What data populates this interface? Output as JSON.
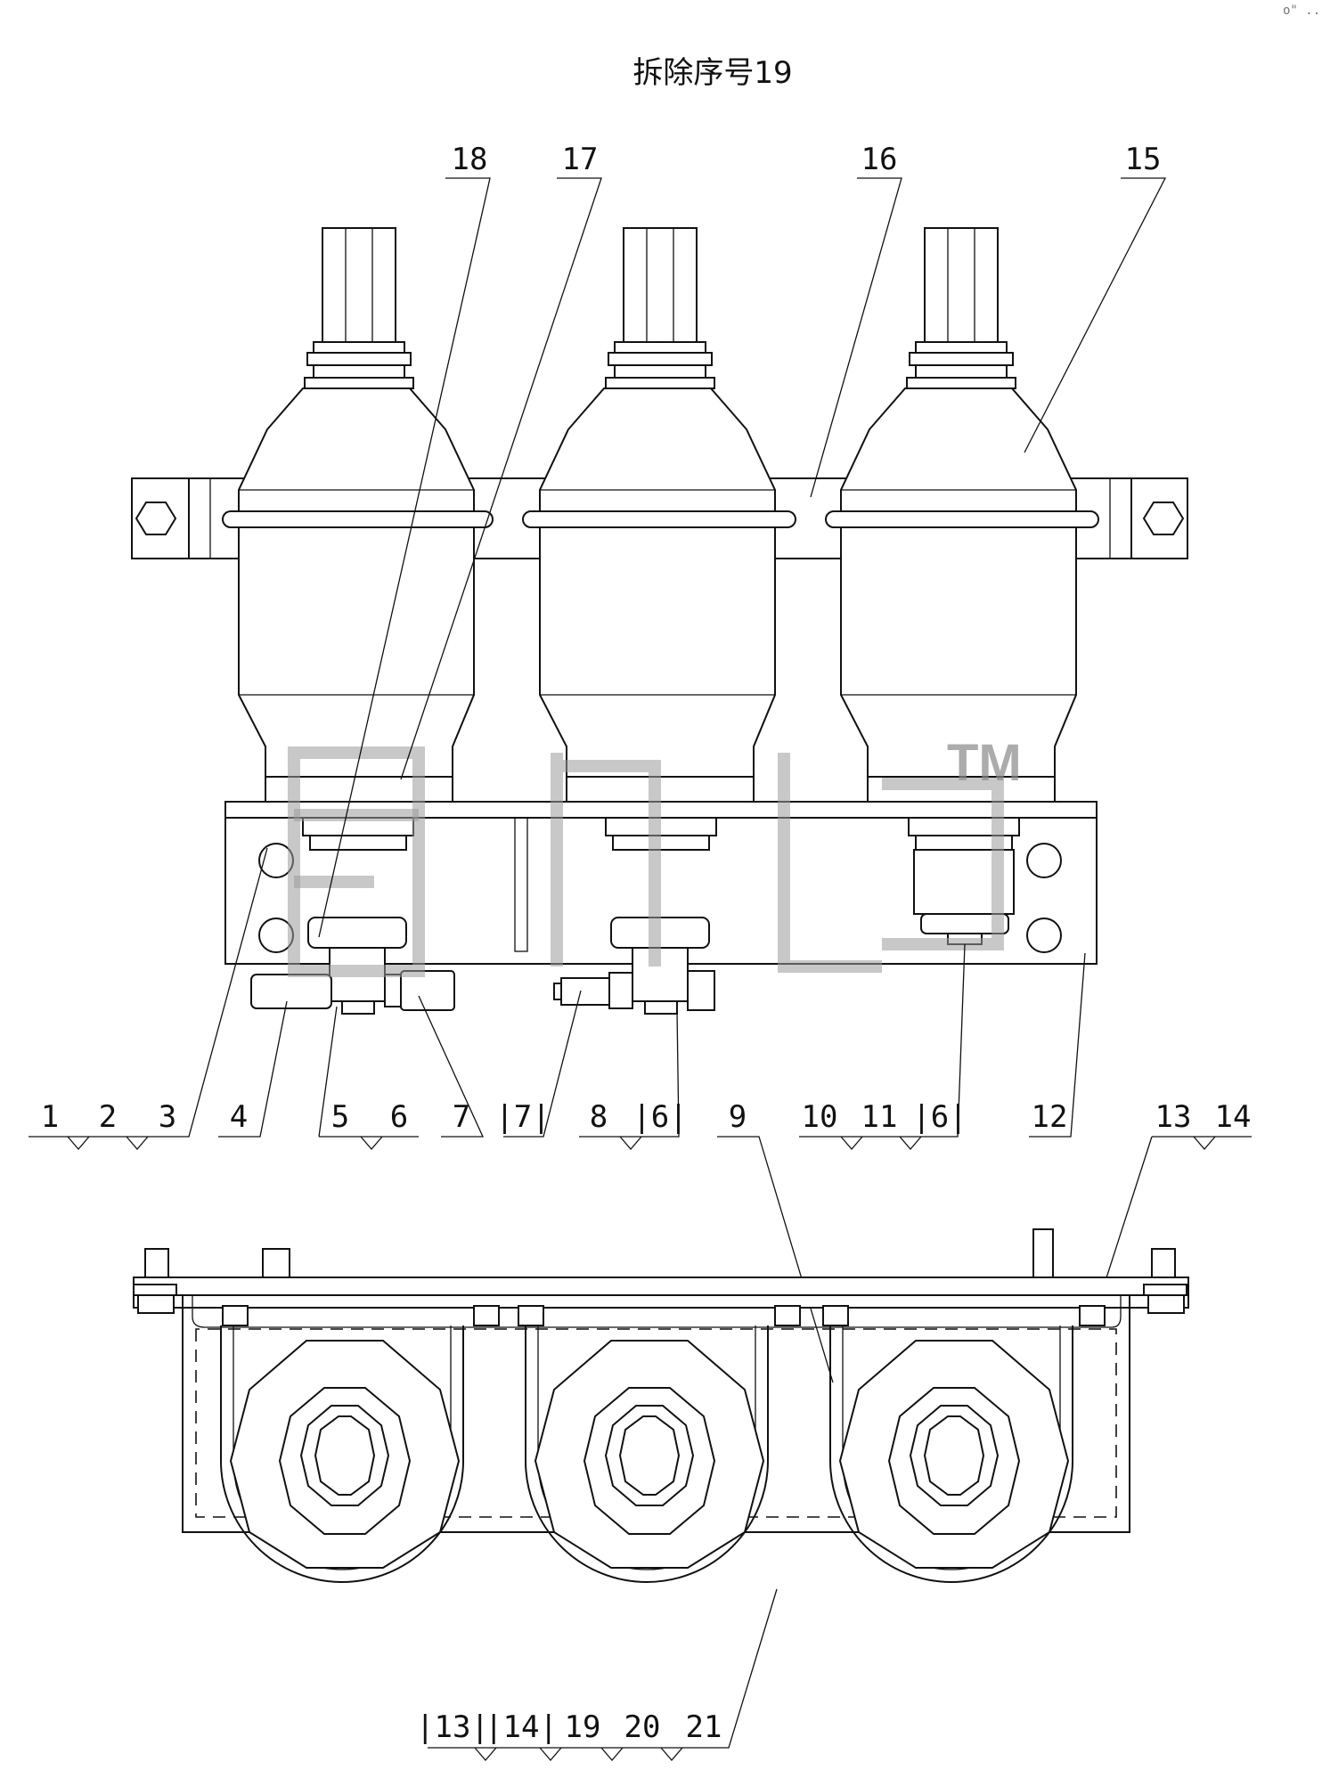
{
  "title": "拆除序号19",
  "corner_mark": "o\" ...",
  "watermark": {
    "text": "TM",
    "logo_letters": "gncb"
  },
  "callouts_top": [
    "18",
    "17",
    "16",
    "15"
  ],
  "callouts_mid": [
    "1",
    "2",
    "3",
    "4",
    "5",
    "6",
    "7",
    "|7|",
    "8",
    "|6|",
    "9",
    "10",
    "11",
    "|6|",
    "12",
    "13",
    "14"
  ],
  "callouts_bottom": [
    "|13|",
    "|14|",
    "19",
    "20",
    "21"
  ]
}
